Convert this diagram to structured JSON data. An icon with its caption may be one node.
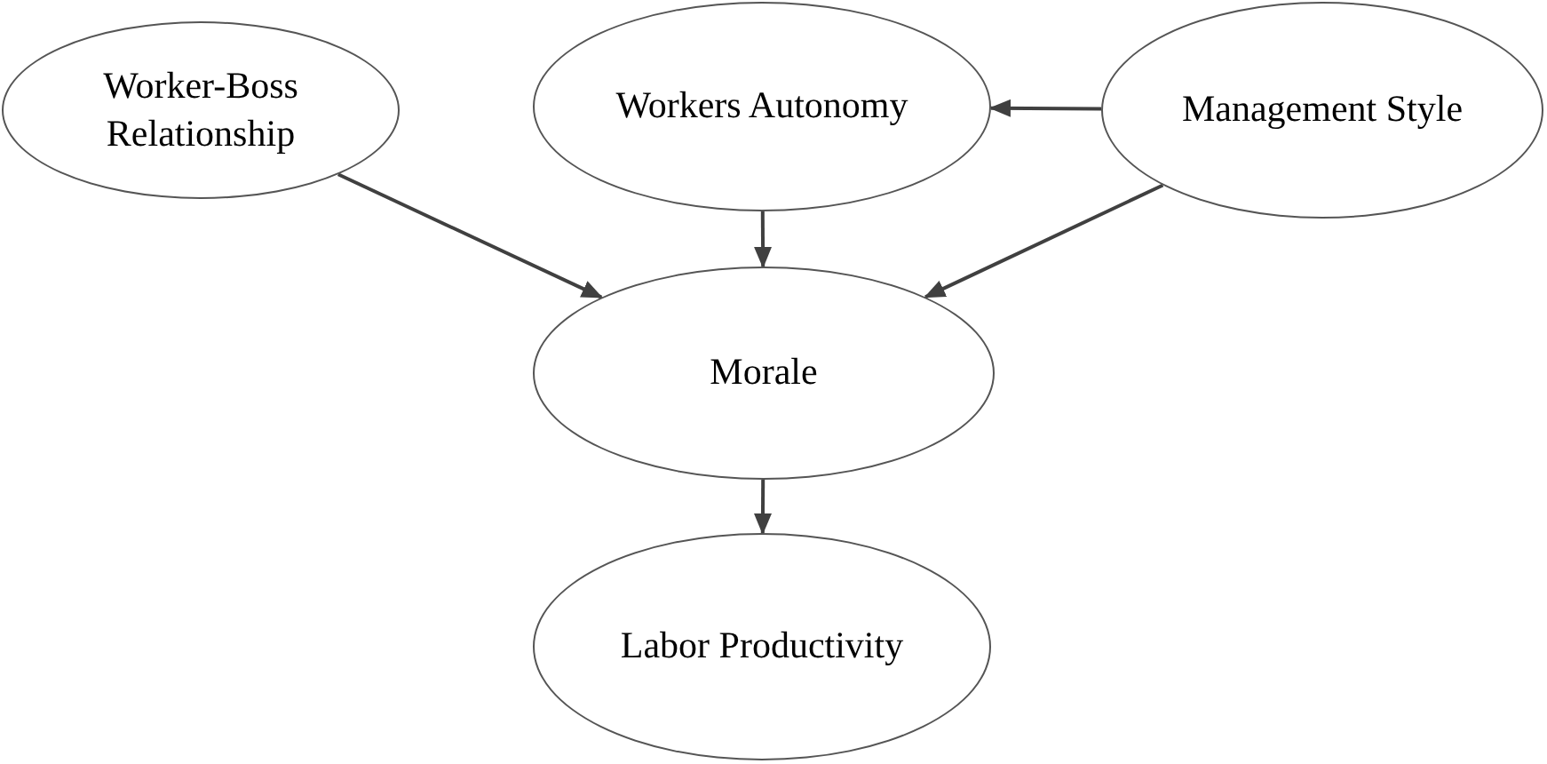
{
  "diagram": {
    "nodes": [
      {
        "text": [
          "Worker-Boss Relationship"
        ]
      },
      {
        "text": [
          "Workers Autonomy"
        ]
      },
      {
        "text": [
          "Management Style"
        ]
      },
      {
        "text": [
          "Morale"
        ]
      },
      {
        "text": [
          "Labor Productivity"
        ]
      }
    ],
    "edges": [
      {
        "from": 2,
        "to": 1,
        "arrow": "to"
      },
      {
        "from": 0,
        "to": 3,
        "arrow": "to"
      },
      {
        "from": 1,
        "to": 3,
        "arrow": "to"
      },
      {
        "from": 2,
        "to": 3,
        "arrow": "to"
      },
      {
        "from": 3,
        "to": 4,
        "arrow": "to"
      }
    ]
  }
}
